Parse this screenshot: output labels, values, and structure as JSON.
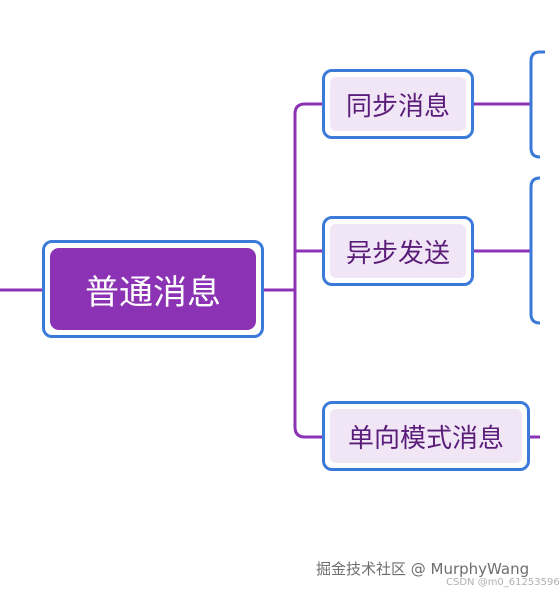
{
  "diagram": {
    "root": {
      "label": "普通消息"
    },
    "children": [
      {
        "label": "同步消息"
      },
      {
        "label": "异步发送"
      },
      {
        "label": "单向模式消息"
      }
    ]
  },
  "watermark": {
    "main": "掘金技术社区 @ MurphyWang",
    "csdn": "CSDN @m0_61253596"
  },
  "colors": {
    "node_border": "#3b7ad9",
    "root_fill": "#8b33b4",
    "child_fill": "#f1e6f6",
    "child_text": "#5b1d7a",
    "connector": "#8b33b4"
  }
}
